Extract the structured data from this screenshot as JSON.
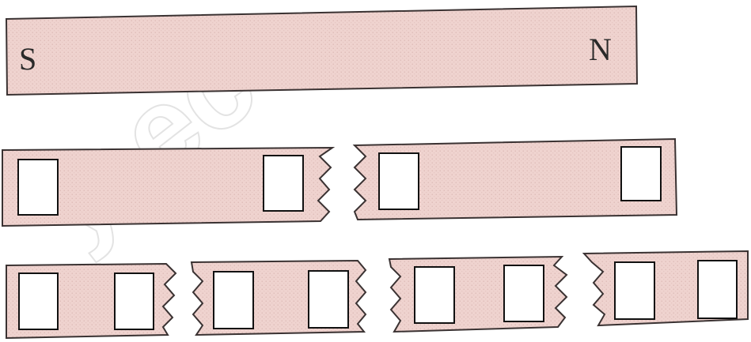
{
  "watermark": "y-ec",
  "magnet": {
    "south_label": "S",
    "north_label": "N",
    "body_color": "#efd2cf"
  },
  "broken_in_two": {
    "pieces": 2,
    "blank_labels_per_piece": 2
  },
  "broken_in_four": {
    "pieces": 4,
    "blank_labels_per_piece": 2
  }
}
